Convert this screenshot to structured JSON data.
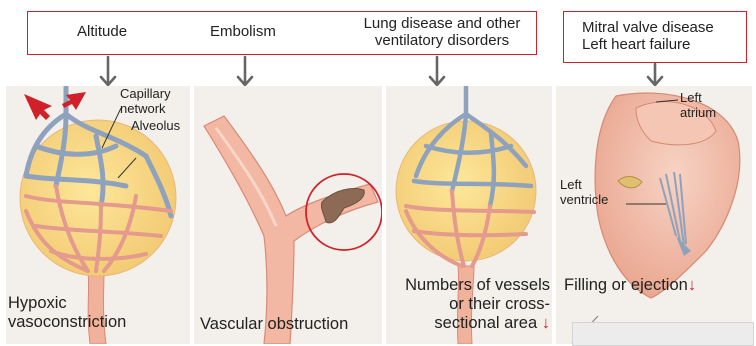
{
  "causes": {
    "altitude": "Altitude",
    "embolism": "Embolism",
    "lung_line1": "Lung disease and other",
    "lung_line2": "ventilatory disorders",
    "mitral_line1": "Mitral valve disease",
    "mitral_line2": "Left heart failure"
  },
  "labels": {
    "capillary_line1": "Capillary",
    "capillary_line2": "network",
    "alveolus": "Alveolus",
    "left_atrium_line1": "Left",
    "left_atrium_line2": "atrium",
    "left_ventricle_line1": "Left",
    "left_ventricle_line2": "ventricle"
  },
  "captions": {
    "hypoxic_line1": "Hypoxic",
    "hypoxic_line2": "vasoconstriction",
    "vascular": "Vascular obstruction",
    "numbers_line1": "Numbers of vessels",
    "numbers_line2": "or their cross-",
    "numbers_line3": "sectional area",
    "filling": "Filling or ejection"
  },
  "colors": {
    "accent_red": "#d0202a",
    "arrow_gray": "#666666"
  }
}
